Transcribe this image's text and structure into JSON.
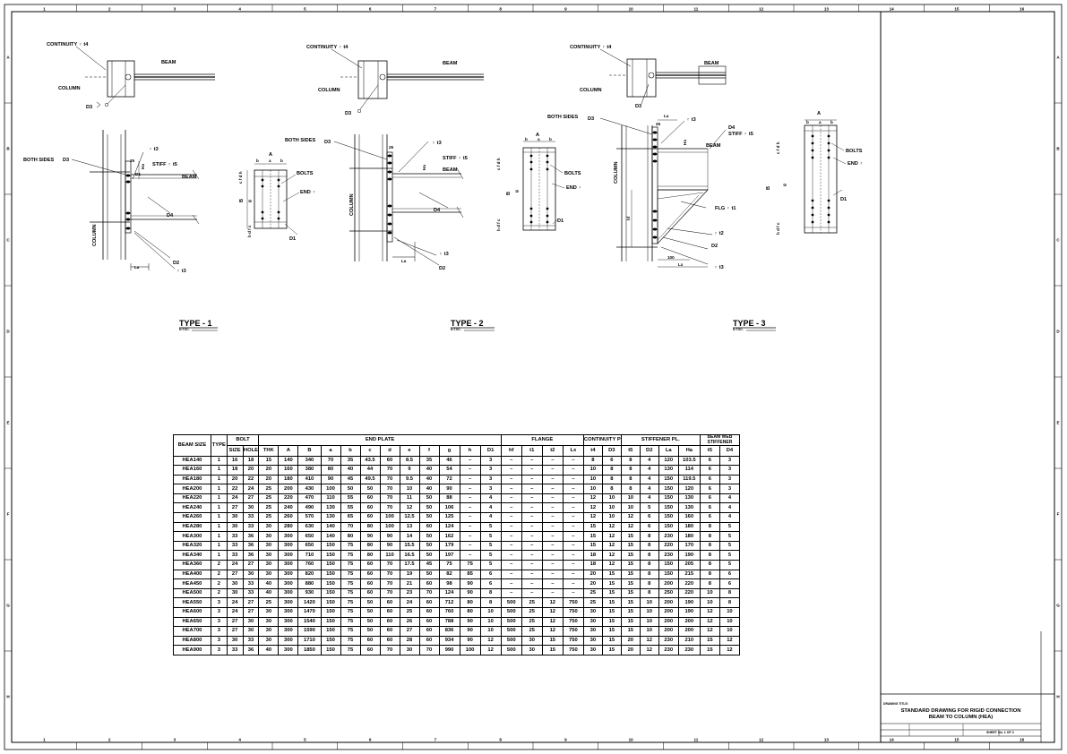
{
  "grid": {
    "columns": [
      "1",
      "2",
      "3",
      "4",
      "5",
      "6",
      "7",
      "8",
      "9",
      "10",
      "11",
      "12",
      "13",
      "14",
      "15",
      "16"
    ],
    "rows": [
      "A",
      "B",
      "C",
      "D",
      "E",
      "F",
      "G",
      "H"
    ]
  },
  "details": {
    "type1": {
      "title": "TYPE - 1",
      "nts": "N.T.SC.",
      "labels": {
        "continuity": "CONTINUITY ♇ t4",
        "beam_top": "BEAM",
        "column_top": "COLUMN",
        "d3_top": "D3",
        "both_sides": "BOTH SIDES",
        "d3_left": "D3",
        "pl_t3_top": "♇ t3",
        "stiff": "STIFF ♇ t5",
        "beam": "BEAM",
        "column": "COLUMN",
        "d4": "D4",
        "d2": "D2",
        "pl_t3_bot": "♇ t3",
        "la": "La",
        "dim25": "25",
        "dim_ha": "Ha",
        "dim_d1": "D1",
        "a": "A",
        "b1": "b",
        "a1": "a",
        "b2": "b",
        "bolts": "BOLTS",
        "end_pl": "END ♇",
        "d1": "D1",
        "vert_dims": "c  f  d  h",
        "vert_b": "B",
        "vert_g": "g",
        "vert_dims2": "h  d  f  c"
      }
    },
    "type2": {
      "title": "TYPE - 2",
      "nts": "N.T.SC.",
      "labels": {
        "continuity": "CONTINUITY ♇ t4",
        "beam_top": "BEAM",
        "column_top": "COLUMN",
        "d3_top": "D3",
        "both_sides": "BOTH SIDES",
        "d3_left": "D3",
        "pl_t3_top": "♇ t3",
        "stiff": "STIFF ♇ t5",
        "beam": "BEAM",
        "column": "COLUMN",
        "d4": "D4",
        "pl_t3_bot": "♇ t3",
        "d2": "D2",
        "la": "La",
        "dim25": "25",
        "dim_ha": "Ha",
        "a": "A",
        "b1": "b",
        "a1": "a",
        "b2": "b",
        "bolts": "BOLTS",
        "end_pl": "END ♇",
        "d1": "D1",
        "vert_dims": "c  f  d  h",
        "vert_b": "B",
        "vert_g": "g",
        "vert_dims2": "h  d  f  c"
      }
    },
    "type3": {
      "title": "TYPE - 3",
      "nts": "N.T.SC.",
      "labels": {
        "continuity": "CONTINUITY ♇ t4",
        "beam_top": "BEAM",
        "column_top": "COLUMN",
        "d3_top": "D3",
        "both_sides": "BOTH SIDES",
        "d3_left": "D3",
        "la_top": "La",
        "pl_t3_top": "♇ t3",
        "d4": "D4",
        "stiff": "STIFF ♇ t5",
        "beam": "BEAM",
        "column": "COLUMN",
        "flg": "FLG ♇ t1",
        "pl_t2": "♇ t2",
        "d2": "D2",
        "pl_t3_bot": "♇ t3",
        "hf": "hf",
        "dim100": "100",
        "lx": "Lx",
        "dim25": "25",
        "dim_ha": "Ha",
        "a": "A",
        "b1": "b",
        "a1": "a",
        "b2": "b",
        "bolts": "BOLTS",
        "end_pl": "END ♇",
        "d1": "D1",
        "vert_dims": "c  f  d  h",
        "vert_b": "B",
        "vert_g": "g",
        "vert_dims2": "h  d  f  c"
      }
    }
  },
  "table": {
    "group_headers": {
      "beam_size": "BEAM SIZE",
      "type": "TYPE",
      "bolt": "BOLT",
      "end_plate": "END PLATE",
      "flange": "FLANGE",
      "continuity": "CONTINUITY PL.",
      "stiffener": "STIFFENER PL.",
      "web_stiffener": "BEAM WEB STIFFENER"
    },
    "sub_headers": [
      "SIZE",
      "HOLE",
      "THK",
      "A",
      "B",
      "a",
      "b",
      "c",
      "d",
      "e",
      "f",
      "g",
      "h",
      "D1",
      "hf",
      "t1",
      "t2",
      "Lx",
      "t4",
      "D3",
      "t5",
      "D2",
      "La",
      "Ha",
      "t5",
      "D4"
    ],
    "rows": [
      [
        "HEA140",
        "1",
        "16",
        "18",
        "15",
        "140",
        "340",
        "70",
        "35",
        "43.5",
        "60",
        "8.5",
        "35",
        "46",
        "–",
        "3",
        "–",
        "–",
        "–",
        "–",
        "8",
        "6",
        "8",
        "4",
        "120",
        "103.5",
        "6",
        "3"
      ],
      [
        "HEA160",
        "1",
        "18",
        "20",
        "20",
        "160",
        "380",
        "80",
        "40",
        "44",
        "70",
        "9",
        "40",
        "54",
        "–",
        "3",
        "–",
        "–",
        "–",
        "–",
        "10",
        "8",
        "8",
        "4",
        "130",
        "114",
        "6",
        "3"
      ],
      [
        "HEA180",
        "1",
        "20",
        "22",
        "20",
        "180",
        "410",
        "90",
        "45",
        "49.5",
        "70",
        "9.5",
        "40",
        "72",
        "–",
        "3",
        "–",
        "–",
        "–",
        "–",
        "10",
        "8",
        "8",
        "4",
        "150",
        "119.5",
        "6",
        "3"
      ],
      [
        "HEA200",
        "1",
        "22",
        "24",
        "25",
        "200",
        "430",
        "100",
        "50",
        "50",
        "70",
        "10",
        "40",
        "90",
        "–",
        "3",
        "–",
        "–",
        "–",
        "–",
        "10",
        "8",
        "8",
        "4",
        "150",
        "120",
        "6",
        "3"
      ],
      [
        "HEA220",
        "1",
        "24",
        "27",
        "25",
        "220",
        "470",
        "110",
        "55",
        "60",
        "70",
        "11",
        "50",
        "88",
        "–",
        "4",
        "–",
        "–",
        "–",
        "–",
        "12",
        "10",
        "10",
        "4",
        "150",
        "130",
        "6",
        "4"
      ],
      [
        "HEA240",
        "1",
        "27",
        "30",
        "25",
        "240",
        "490",
        "130",
        "55",
        "60",
        "70",
        "12",
        "50",
        "106",
        "–",
        "4",
        "–",
        "–",
        "–",
        "–",
        "12",
        "10",
        "10",
        "5",
        "150",
        "130",
        "6",
        "4"
      ],
      [
        "HEA260",
        "1",
        "30",
        "33",
        "25",
        "260",
        "570",
        "130",
        "65",
        "60",
        "100",
        "12.5",
        "50",
        "125",
        "–",
        "4",
        "–",
        "–",
        "–",
        "–",
        "12",
        "10",
        "12",
        "6",
        "150",
        "160",
        "6",
        "4"
      ],
      [
        "HEA280",
        "1",
        "30",
        "33",
        "30",
        "280",
        "630",
        "140",
        "70",
        "80",
        "100",
        "13",
        "60",
        "124",
        "–",
        "5",
        "–",
        "–",
        "–",
        "–",
        "15",
        "12",
        "12",
        "6",
        "150",
        "180",
        "8",
        "5"
      ],
      [
        "HEA300",
        "1",
        "33",
        "36",
        "30",
        "300",
        "650",
        "140",
        "80",
        "90",
        "90",
        "14",
        "50",
        "162",
        "–",
        "5",
        "–",
        "–",
        "–",
        "–",
        "15",
        "12",
        "15",
        "8",
        "230",
        "180",
        "8",
        "5"
      ],
      [
        "HEA320",
        "1",
        "33",
        "36",
        "30",
        "300",
        "650",
        "150",
        "75",
        "80",
        "90",
        "15.5",
        "50",
        "179",
        "–",
        "5",
        "–",
        "–",
        "–",
        "–",
        "15",
        "12",
        "15",
        "8",
        "220",
        "170",
        "8",
        "5"
      ],
      [
        "HEA340",
        "1",
        "33",
        "36",
        "30",
        "300",
        "710",
        "150",
        "75",
        "80",
        "110",
        "16.5",
        "50",
        "197",
        "–",
        "5",
        "–",
        "–",
        "–",
        "–",
        "18",
        "12",
        "15",
        "8",
        "230",
        "190",
        "8",
        "5"
      ],
      [
        "HEA360",
        "2",
        "24",
        "27",
        "30",
        "300",
        "760",
        "150",
        "75",
        "60",
        "70",
        "17.5",
        "45",
        "75",
        "75",
        "5",
        "–",
        "–",
        "–",
        "–",
        "18",
        "12",
        "15",
        "8",
        "150",
        "205",
        "8",
        "5"
      ],
      [
        "HEA400",
        "2",
        "27",
        "30",
        "30",
        "300",
        "820",
        "150",
        "75",
        "60",
        "70",
        "19",
        "50",
        "82",
        "85",
        "6",
        "–",
        "–",
        "–",
        "–",
        "20",
        "15",
        "15",
        "8",
        "150",
        "215",
        "8",
        "6"
      ],
      [
        "HEA450",
        "2",
        "30",
        "33",
        "40",
        "300",
        "880",
        "150",
        "75",
        "60",
        "70",
        "21",
        "60",
        "98",
        "90",
        "6",
        "–",
        "–",
        "–",
        "–",
        "20",
        "15",
        "15",
        "8",
        "200",
        "220",
        "8",
        "6"
      ],
      [
        "HEA500",
        "2",
        "30",
        "33",
        "40",
        "300",
        "930",
        "150",
        "75",
        "60",
        "70",
        "23",
        "70",
        "124",
        "90",
        "8",
        "–",
        "–",
        "–",
        "–",
        "25",
        "15",
        "15",
        "8",
        "250",
        "220",
        "10",
        "8"
      ],
      [
        "HEA550",
        "3",
        "24",
        "27",
        "25",
        "300",
        "1420",
        "150",
        "75",
        "50",
        "60",
        "24",
        "60",
        "712",
        "80",
        "8",
        "500",
        "25",
        "12",
        "750",
        "25",
        "15",
        "15",
        "10",
        "200",
        "190",
        "10",
        "8"
      ],
      [
        "HEA600",
        "3",
        "24",
        "27",
        "30",
        "300",
        "1470",
        "150",
        "75",
        "50",
        "60",
        "25",
        "60",
        "760",
        "80",
        "10",
        "500",
        "25",
        "12",
        "750",
        "30",
        "15",
        "15",
        "10",
        "200",
        "190",
        "12",
        "10"
      ],
      [
        "HEA650",
        "3",
        "27",
        "30",
        "30",
        "300",
        "1540",
        "150",
        "75",
        "50",
        "60",
        "26",
        "60",
        "788",
        "90",
        "10",
        "500",
        "25",
        "12",
        "750",
        "30",
        "15",
        "15",
        "10",
        "200",
        "200",
        "12",
        "10"
      ],
      [
        "HEA700",
        "3",
        "27",
        "30",
        "30",
        "300",
        "1590",
        "150",
        "75",
        "50",
        "60",
        "27",
        "60",
        "836",
        "90",
        "10",
        "500",
        "25",
        "12",
        "750",
        "30",
        "15",
        "15",
        "10",
        "200",
        "200",
        "12",
        "10"
      ],
      [
        "HEA800",
        "3",
        "30",
        "33",
        "30",
        "300",
        "1710",
        "150",
        "75",
        "60",
        "60",
        "28",
        "60",
        "934",
        "90",
        "12",
        "500",
        "30",
        "15",
        "750",
        "30",
        "15",
        "20",
        "12",
        "230",
        "210",
        "15",
        "12"
      ],
      [
        "HEA900",
        "3",
        "33",
        "36",
        "40",
        "300",
        "1850",
        "150",
        "75",
        "60",
        "70",
        "30",
        "70",
        "990",
        "100",
        "12",
        "500",
        "30",
        "15",
        "750",
        "30",
        "15",
        "20",
        "12",
        "230",
        "230",
        "15",
        "12"
      ]
    ]
  },
  "title_block": {
    "caption": "DRAWING TITLE:",
    "line1": "STANDARD DRAWING FOR RIGID CONNECTION",
    "line2": "BEAM TO COLUMN (HEA)",
    "sheet": "SHEET No. 1 OF 2"
  }
}
